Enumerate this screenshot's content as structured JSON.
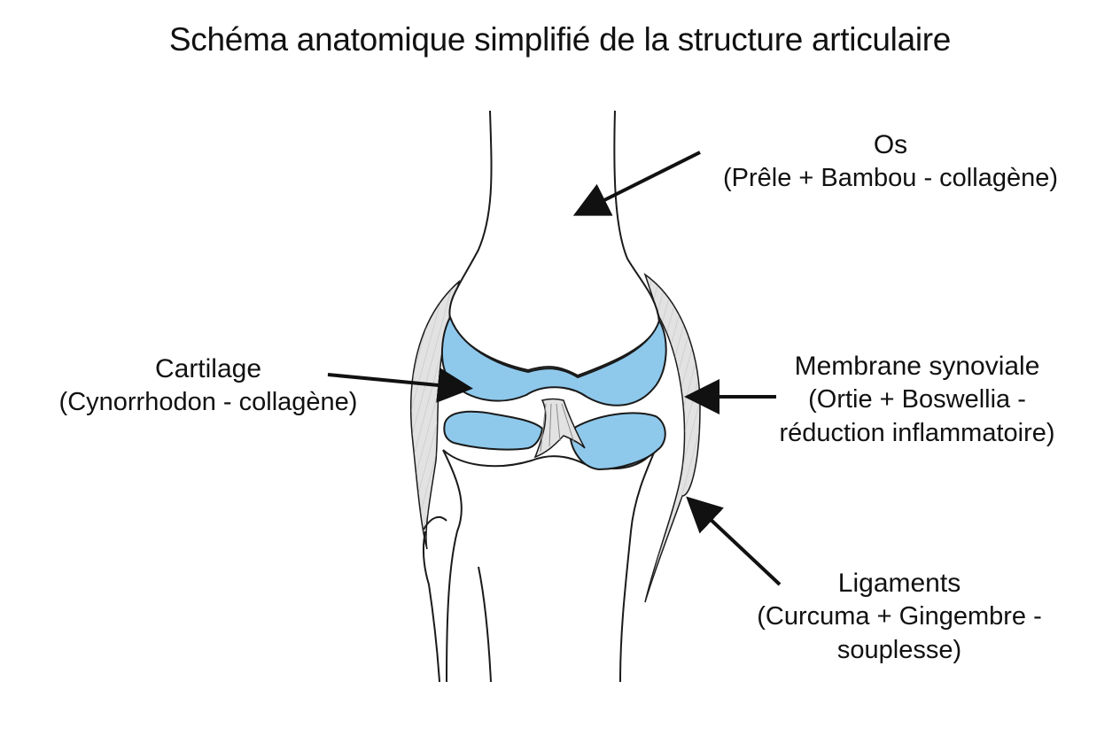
{
  "title": "Schéma anatomique simplifié de la structure articulaire",
  "labels": {
    "os": {
      "name": "Os",
      "desc": "(Prêle + Bambou - collagène)"
    },
    "cartilage": {
      "name": "Cartilage",
      "desc": "(Cynorrhodon - collagène)"
    },
    "synoviale": {
      "name": "Membrane synoviale",
      "desc_1": "(Ortie + Boswellia -",
      "desc_2": "réduction inflammatoire)"
    },
    "ligaments": {
      "name": "Ligaments",
      "desc_1": "(Curcuma + Gingembre -",
      "desc_2": "souplesse)"
    }
  },
  "colors": {
    "cartilage_fill": "#8ec9ec",
    "ligament_fill": "#e2e2e2",
    "outline": "#1a1a1a"
  }
}
